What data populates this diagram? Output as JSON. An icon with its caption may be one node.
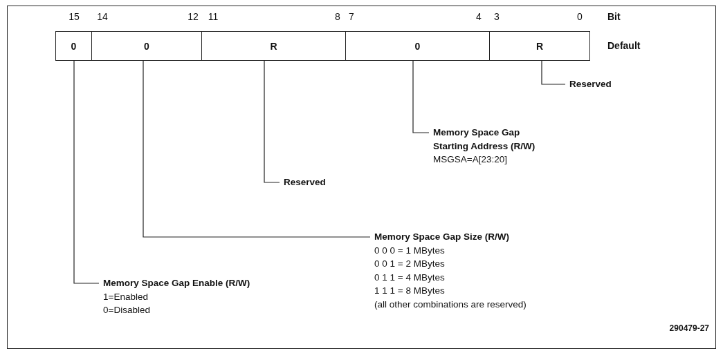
{
  "diagram": {
    "nodes": [
      {
        "text": [
          "0"
        ]
      },
      {
        "text": [
          "0"
        ]
      },
      {
        "text": [
          "R"
        ]
      },
      {
        "text": [
          "0"
        ]
      },
      {
        "text": [
          "R"
        ]
      },
      {
        "text": [
          "Reserved"
        ]
      },
      {
        "text": [
          "Memory Space Gap Starting Address (R/W)",
          "MSGSA=A[23:20]"
        ]
      },
      {
        "text": [
          "Reserved"
        ]
      },
      {
        "text": [
          "Memory Space Gap Size (R/W)",
          "0 0 0 = 1 MBytes",
          "0 0 1 = 2 MBytes",
          "0 1 1 = 4 MBytes",
          "1 1 1 = 8 MBytes",
          "(all other combinations are reserved)"
        ]
      },
      {
        "text": [
          "Memory Space Gap Enable (R/W)",
          "1=Enabled",
          "0=Disabled"
        ]
      }
    ],
    "edges": [
      {
        "from": 5,
        "to": 4,
        "arrow": "none"
      },
      {
        "from": 6,
        "to": 3,
        "arrow": "none"
      },
      {
        "from": 7,
        "to": 2,
        "arrow": "none"
      },
      {
        "from": 8,
        "to": 1,
        "arrow": "none"
      },
      {
        "from": 9,
        "to": 0,
        "arrow": "none"
      }
    ],
    "labels": [
      "15",
      "14",
      "12",
      "11",
      "8",
      "7",
      "4",
      "3",
      "0",
      "Bit",
      "Default",
      "290479-27"
    ]
  }
}
